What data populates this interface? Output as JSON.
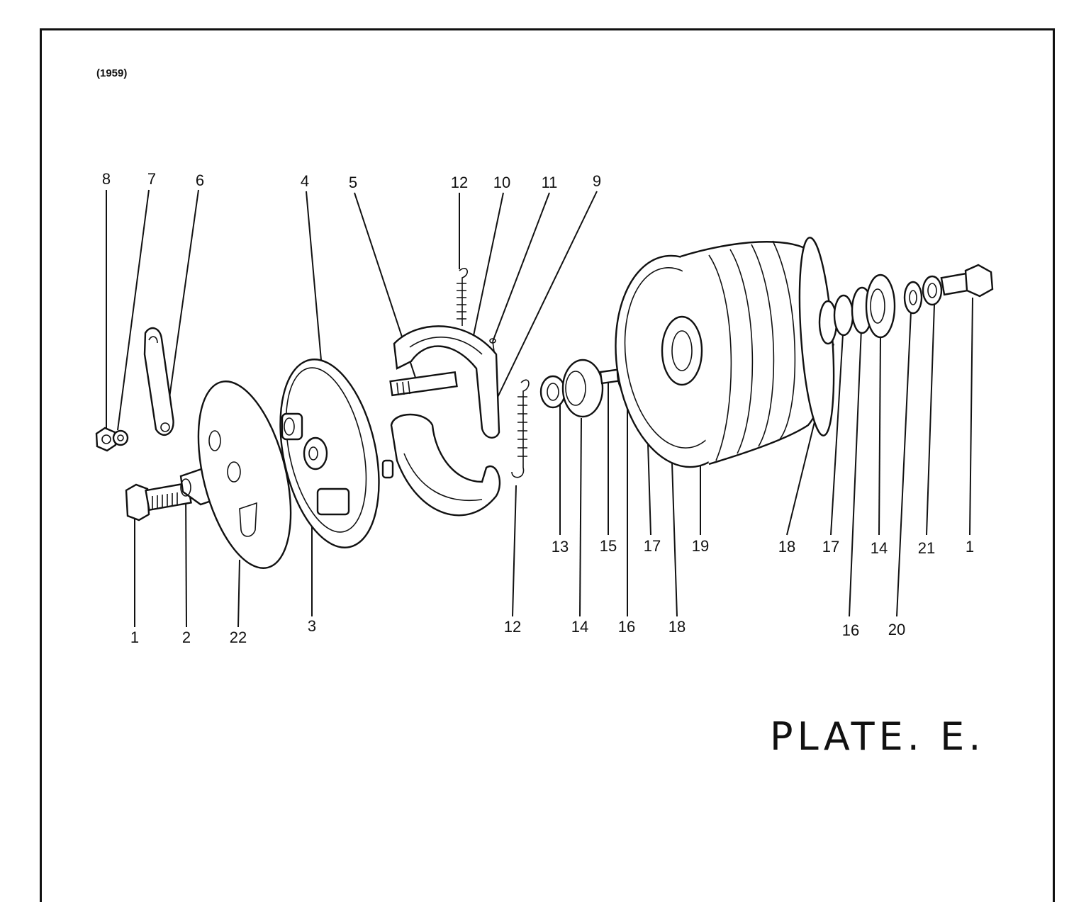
{
  "header": {
    "year": "(1959)"
  },
  "footer": {
    "plate": "PLATE. E."
  },
  "callouts": [
    {
      "id": "c8a",
      "label": "8"
    },
    {
      "id": "c7",
      "label": "7"
    },
    {
      "id": "c6",
      "label": "6"
    },
    {
      "id": "c4",
      "label": "4"
    },
    {
      "id": "c5",
      "label": "5"
    },
    {
      "id": "c12a",
      "label": "12"
    },
    {
      "id": "c10",
      "label": "10"
    },
    {
      "id": "c11",
      "label": "11"
    },
    {
      "id": "c9",
      "label": "9"
    },
    {
      "id": "c1a",
      "label": "1"
    },
    {
      "id": "c2",
      "label": "2"
    },
    {
      "id": "c22",
      "label": "22"
    },
    {
      "id": "c3",
      "label": "3"
    },
    {
      "id": "c12b",
      "label": "12"
    },
    {
      "id": "c13",
      "label": "13"
    },
    {
      "id": "c14a",
      "label": "14"
    },
    {
      "id": "c15",
      "label": "15"
    },
    {
      "id": "c16a",
      "label": "16"
    },
    {
      "id": "c17a",
      "label": "17"
    },
    {
      "id": "c18a",
      "label": "18"
    },
    {
      "id": "c19",
      "label": "19"
    },
    {
      "id": "c18b",
      "label": "18"
    },
    {
      "id": "c17b",
      "label": "17"
    },
    {
      "id": "c16b",
      "label": "16"
    },
    {
      "id": "c14b",
      "label": "14"
    },
    {
      "id": "c20",
      "label": "20"
    },
    {
      "id": "c21",
      "label": "21"
    },
    {
      "id": "c1b",
      "label": "1"
    }
  ]
}
